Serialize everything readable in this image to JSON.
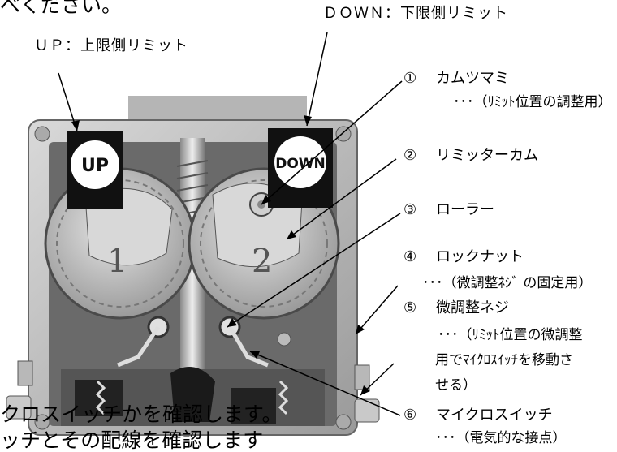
{
  "top_text": "べください。",
  "top_labels": {
    "up": "ＵＰ：上限側リミット",
    "down": "ＤＯＷＮ：下限側リミット"
  },
  "badges": {
    "up": "UP",
    "down": "DOWN"
  },
  "gear_numbers": [
    "1",
    "2"
  ],
  "callouts": [
    {
      "num": "①",
      "label": "カムツマミ",
      "sub": [
        "･･･（ﾘﾐｯﾄ位置の調整用）"
      ]
    },
    {
      "num": "②",
      "label": "リミッターカム",
      "sub": []
    },
    {
      "num": "③",
      "label": "ローラー",
      "sub": []
    },
    {
      "num": "④",
      "label": "ロックナット",
      "sub": [
        "･･･（微調整ﾈｼﾞ の固定用）"
      ]
    },
    {
      "num": "⑤",
      "label": "微調整ネジ",
      "sub": [
        "･･･（ﾘﾐｯﾄ位置の微調整",
        "用でﾏｲｸﾛｽｲｯﾁを移動さ",
        "せる）"
      ]
    },
    {
      "num": "⑥",
      "label": "マイクロスイッチ",
      "sub": [
        "･･･（電気的な接点）"
      ]
    }
  ],
  "bottom_text": [
    "クロスイッチかを確認します。",
    "ッチとその配線を確認します"
  ]
}
